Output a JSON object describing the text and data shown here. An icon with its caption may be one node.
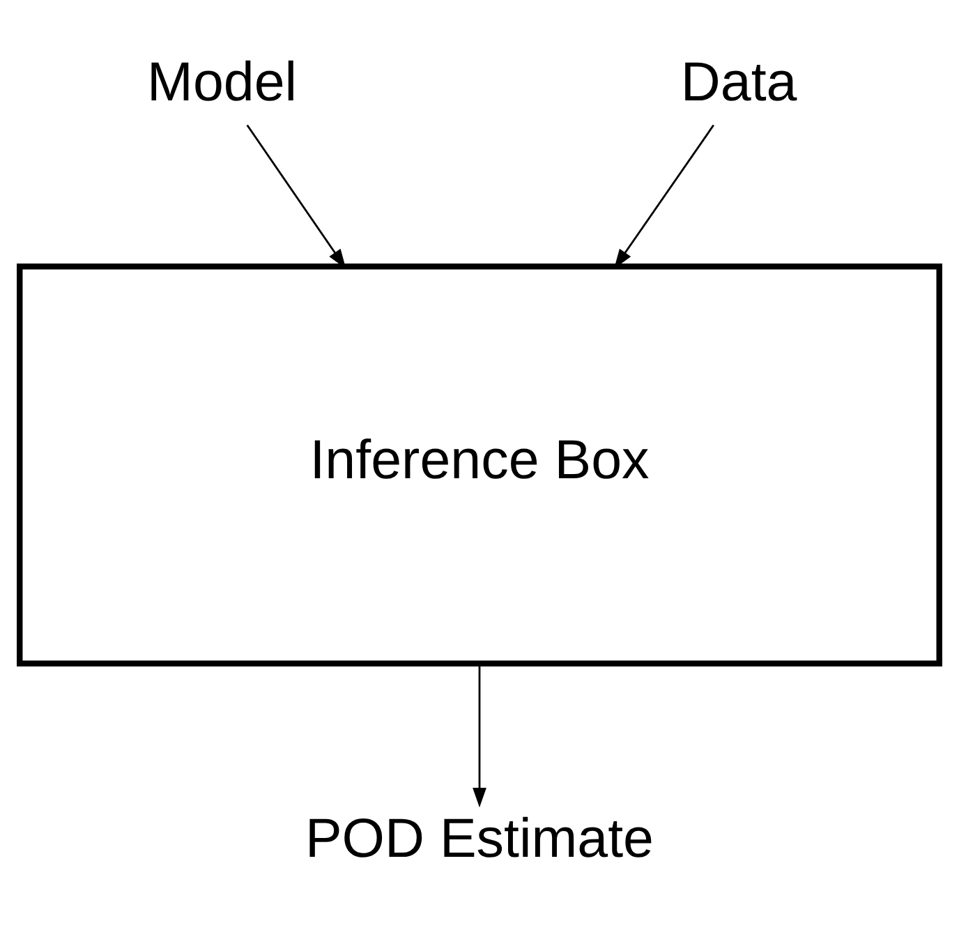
{
  "diagram": {
    "nodes": [
      {
        "text": [
          "Model"
        ]
      },
      {
        "text": [
          "Data"
        ]
      },
      {
        "text": [
          "Inference Box"
        ]
      },
      {
        "text": [
          "POD Estimate"
        ]
      }
    ],
    "edges": [
      {
        "from": 0,
        "to": 2,
        "arrow": "to"
      },
      {
        "from": 1,
        "to": 2,
        "arrow": "to"
      },
      {
        "from": 2,
        "to": 3,
        "arrow": "to"
      }
    ]
  }
}
